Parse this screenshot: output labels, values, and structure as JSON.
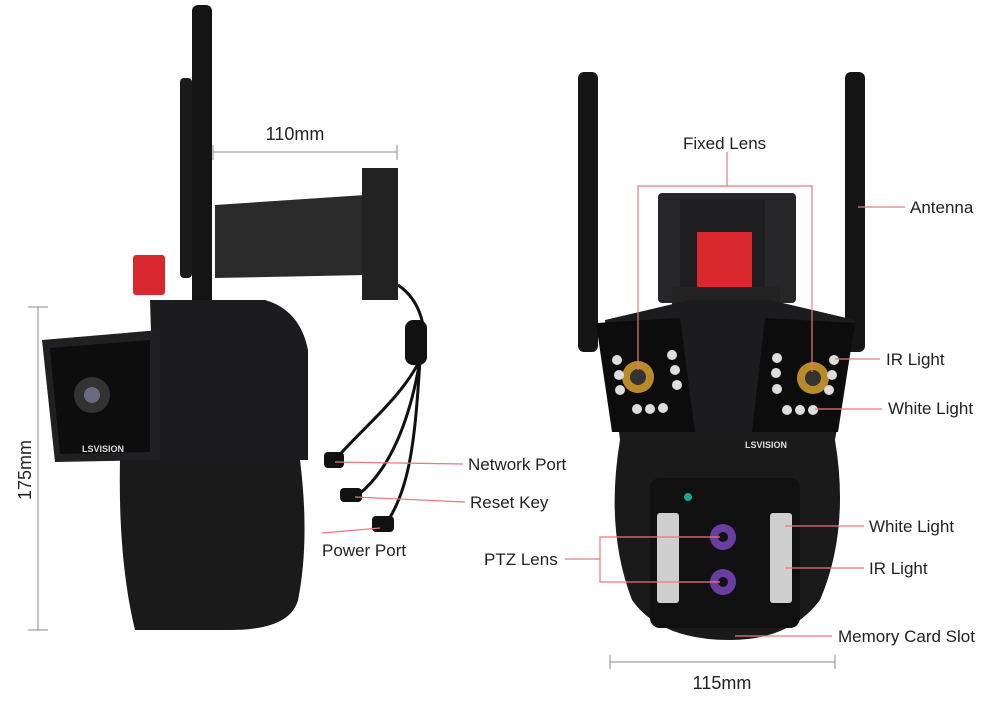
{
  "brand": "LSVISION",
  "dimensions": {
    "width_side": "110mm",
    "height": "175mm",
    "width_front": "115mm"
  },
  "side_labels": {
    "network_port": "Network Port",
    "reset_key": "Reset Key",
    "power_port": "Power Port"
  },
  "front_labels": {
    "fixed_lens": "Fixed Lens",
    "antenna": "Antenna",
    "ir_light_top": "IR Light",
    "white_light_top": "White Light",
    "white_light_bottom": "White Light",
    "ir_light_bottom": "IR Light",
    "ptz_lens": "PTZ Lens",
    "memory_card_slot": "Memory Card Slot"
  },
  "colors": {
    "leader_line": "#e9797b",
    "body": "#1c1c1e",
    "beacon": "#d8282e"
  }
}
